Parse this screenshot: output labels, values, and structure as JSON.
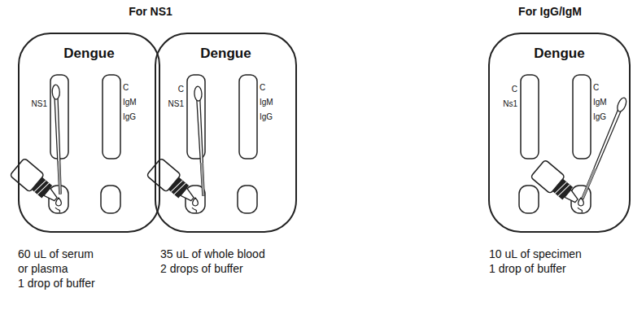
{
  "diagram": {
    "nodes": [
      {
        "text": [
          "Dengue"
        ]
      },
      {
        "text": [
          "Dengue"
        ]
      },
      {
        "text": [
          "Dengue"
        ]
      }
    ],
    "labels": [
      "For NS1",
      "For IgG/IgM",
      "NS1",
      "C",
      "IgM",
      "IgG",
      "C",
      "NS1",
      "C",
      "IgM",
      "IgG",
      "C",
      "Ns1",
      "C",
      "IgM",
      "IgG",
      "60 uL of serum",
      "or plasma",
      "1 drop of buffer",
      "35 uL of whole blood",
      "2 drops of buffer",
      "10 uL of specimen",
      "1 drop of buffer"
    ]
  }
}
